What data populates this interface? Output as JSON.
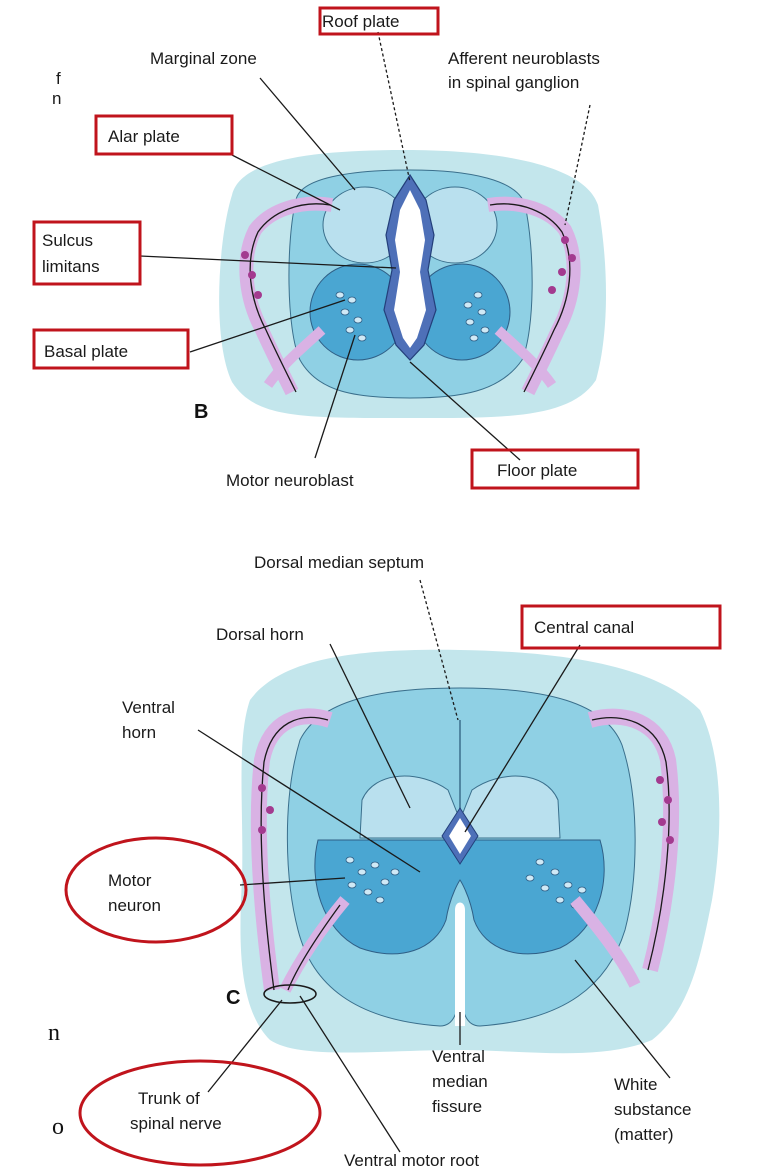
{
  "panel_b": {
    "panel_letter": "B",
    "labels": {
      "roof_plate": "Roof plate",
      "marginal_zone": "Marginal zone",
      "afferent_line1": "Afferent neuroblasts",
      "afferent_line2": "in spinal ganglion",
      "alar_plate": "Alar plate",
      "sulcus_line1": "Sulcus",
      "sulcus_line2": "limitans",
      "basal_plate": "Basal plate",
      "motor_neuroblast": "Motor neuroblast",
      "floor_plate": "Floor plate"
    },
    "cutoff_fragment_1": "f",
    "cutoff_fragment_2": "n"
  },
  "panel_c": {
    "panel_letter": "C",
    "labels": {
      "dorsal_median_septum": "Dorsal  median septum",
      "central_canal": "Central canal",
      "dorsal_horn": "Dorsal horn",
      "ventral_horn_line1": "Ventral",
      "ventral_horn_line2": "horn",
      "motor_neuron_line1": "Motor",
      "motor_neuron_line2": "neuron",
      "trunk_line1": "Trunk of",
      "trunk_line2": "spinal nerve",
      "ventral_fissure_line1": "Ventral",
      "ventral_fissure_line2": "median",
      "ventral_fissure_line3": "fissure",
      "white_line1": "White",
      "white_line2": "substance",
      "white_line3": "(matter)",
      "ventral_motor_root": "Ventral motor root"
    },
    "cutoff_fragment_1": "n",
    "cutoff_fragment_2": "o"
  },
  "colors": {
    "outer_tissue": "#c3e6ec",
    "mantle": "#8fd0e4",
    "alar": "#b9e0ee",
    "basal": "#4aa6d2",
    "canal_wall": "#4e70b8",
    "nerve": "#d9b2e4",
    "ganglion_cell": "#a33a8f",
    "highlight_red": "#c0141c"
  }
}
